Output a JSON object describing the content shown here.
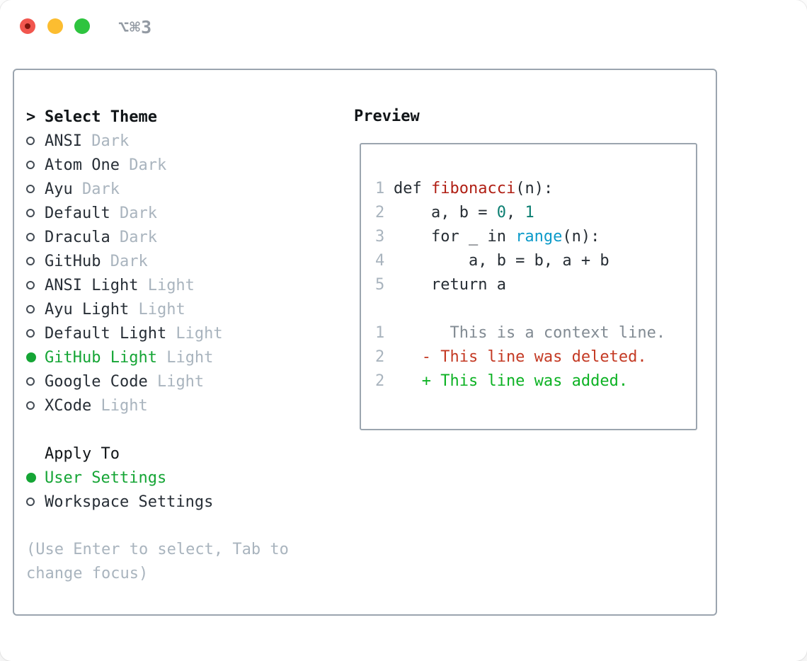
{
  "window": {
    "title": "⌥⌘3",
    "traffic_lights": [
      "close",
      "minimize",
      "zoom"
    ]
  },
  "theme_panel": {
    "header": {
      "prefix": ">",
      "label": "Select Theme"
    },
    "themes": [
      {
        "name": "ANSI",
        "variant": "Dark",
        "selected": false
      },
      {
        "name": "Atom One",
        "variant": "Dark",
        "selected": false
      },
      {
        "name": "Ayu",
        "variant": "Dark",
        "selected": false
      },
      {
        "name": "Default",
        "variant": "Dark",
        "selected": false
      },
      {
        "name": "Dracula",
        "variant": "Dark",
        "selected": false
      },
      {
        "name": "GitHub",
        "variant": "Dark",
        "selected": false
      },
      {
        "name": "ANSI Light",
        "variant": "Light",
        "selected": false
      },
      {
        "name": "Ayu Light",
        "variant": "Light",
        "selected": false
      },
      {
        "name": "Default Light",
        "variant": "Light",
        "selected": false
      },
      {
        "name": "GitHub Light",
        "variant": "Light",
        "selected": true
      },
      {
        "name": "Google Code",
        "variant": "Light",
        "selected": false
      },
      {
        "name": "XCode",
        "variant": "Light",
        "selected": false
      }
    ],
    "apply_to": {
      "label": "Apply To",
      "options": [
        {
          "name": "User Settings",
          "selected": true
        },
        {
          "name": "Workspace Settings",
          "selected": false
        }
      ]
    },
    "hint_lines": [
      "(Use Enter to select, Tab to",
      "change focus)"
    ]
  },
  "preview": {
    "title": "Preview",
    "code_lines": [
      {
        "num": "1",
        "segments": [
          {
            "t": "def ",
            "c": "plain"
          },
          {
            "t": "fibonacci",
            "c": "func"
          },
          {
            "t": "(n):",
            "c": "plain"
          }
        ]
      },
      {
        "num": "2",
        "segments": [
          {
            "t": "    a, b = ",
            "c": "plain"
          },
          {
            "t": "0",
            "c": "num"
          },
          {
            "t": ", ",
            "c": "plain"
          },
          {
            "t": "1",
            "c": "num"
          }
        ]
      },
      {
        "num": "3",
        "segments": [
          {
            "t": "    for _ in ",
            "c": "plain"
          },
          {
            "t": "range",
            "c": "builtin"
          },
          {
            "t": "(n):",
            "c": "plain"
          }
        ]
      },
      {
        "num": "4",
        "segments": [
          {
            "t": "        a, b = b, a + b",
            "c": "plain"
          }
        ]
      },
      {
        "num": "5",
        "segments": [
          {
            "t": "    return a",
            "c": "plain"
          }
        ]
      },
      {
        "num": "",
        "segments": []
      },
      {
        "num": "1",
        "segments": [
          {
            "t": "      This is a context line.",
            "c": "context"
          }
        ]
      },
      {
        "num": "2",
        "segments": [
          {
            "t": "   - This line was deleted.",
            "c": "deleted"
          }
        ]
      },
      {
        "num": "2",
        "segments": [
          {
            "t": "   + This line was added.",
            "c": "added"
          }
        ]
      }
    ]
  },
  "colors": {
    "selection_green": "#15a535",
    "added_green": "#0db224",
    "deleted_red": "#c43a24",
    "function_red": "#b01f14",
    "number_teal": "#0b7e71",
    "builtin_blue": "#0b9ac9",
    "text_dark": "#262d34",
    "muted_gray": "#a9b4be",
    "context_gray": "#828b93",
    "border_gray": "#9ba5af",
    "traffic_red": "#f1564e",
    "traffic_yellow": "#fcbd30",
    "traffic_green": "#2ec43f"
  }
}
